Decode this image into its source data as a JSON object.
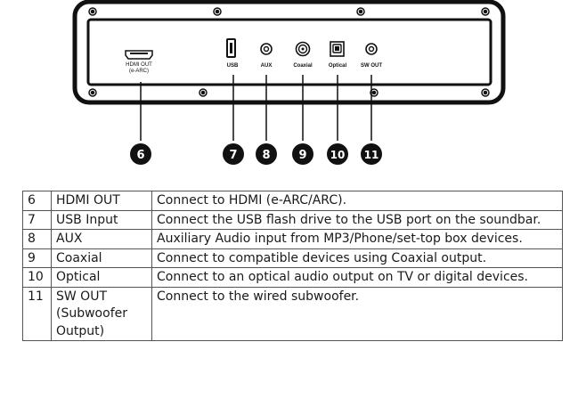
{
  "diagram": {
    "ports": {
      "hdmi_line1": "HDMI OUT",
      "hdmi_line2": "(e-ARC)",
      "usb": "USB",
      "aux": "AUX",
      "coaxial": "Coaxial",
      "optical": "Optical",
      "sw_out": "SW OUT"
    },
    "callouts": [
      "6",
      "7",
      "8",
      "9",
      "10",
      "11"
    ]
  },
  "table": {
    "rows": [
      {
        "num": "6",
        "name": "HDMI OUT",
        "description": "Connect to HDMI (e-ARC/ARC)."
      },
      {
        "num": "7",
        "name": "USB Input",
        "description": "Connect the USB flash drive to the USB port on the soundbar."
      },
      {
        "num": "8",
        "name": "AUX",
        "description": "Auxiliary Audio input from MP3/Phone/set-top box devices."
      },
      {
        "num": "9",
        "name": "Coaxial",
        "description": "Connect to compatible devices using Coaxial output."
      },
      {
        "num": "10",
        "name": "Optical",
        "description": "Connect to an optical audio output on TV or digital devices."
      },
      {
        "num": "11",
        "name": "SW OUT (Subwoofer Output)",
        "description": "Connect to the wired subwoofer."
      }
    ]
  }
}
